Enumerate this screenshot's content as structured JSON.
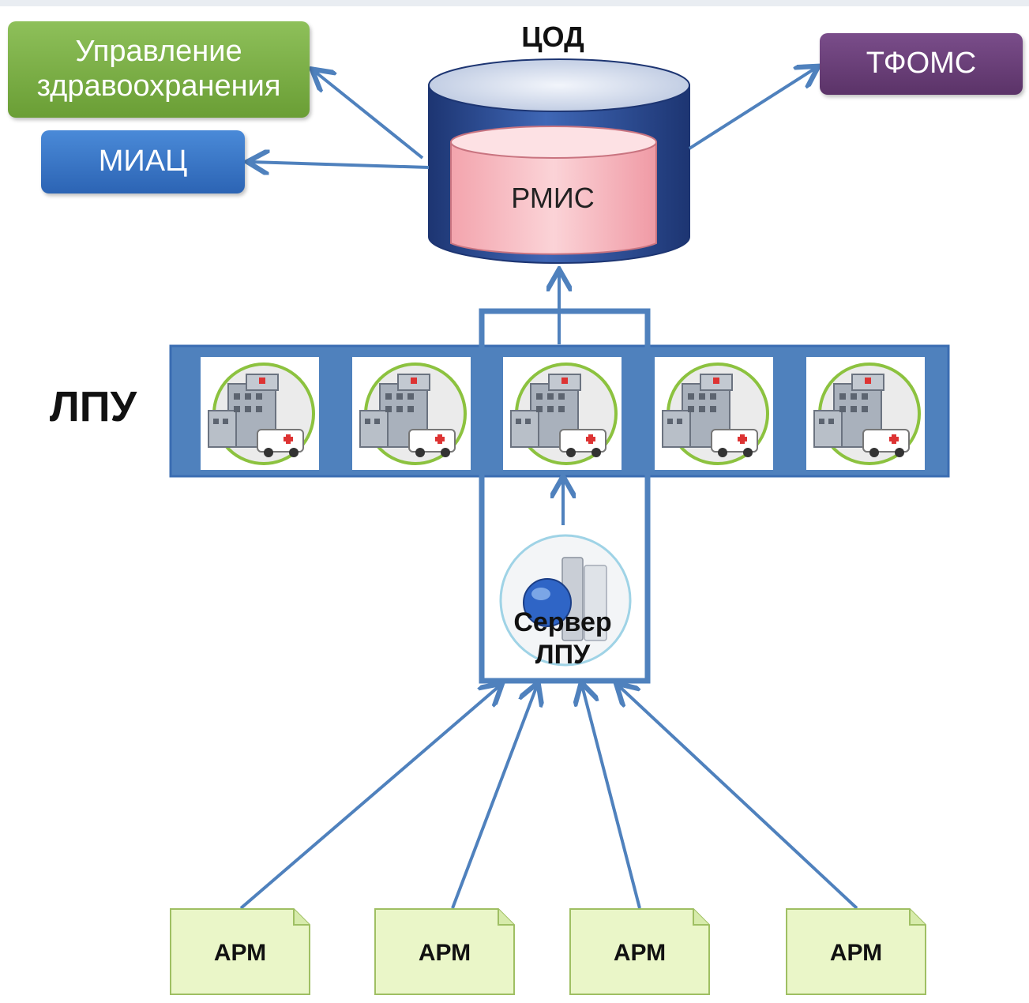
{
  "boxes": {
    "health_management": "Управление здравоохранения",
    "miac": "МИАЦ",
    "tfoms": "ТФОМС"
  },
  "cod": {
    "title": "ЦОД",
    "rmis": "РМИС"
  },
  "lpu": {
    "label": "ЛПУ",
    "hospital_count": 5
  },
  "server": {
    "label_line1": "Сервер",
    "label_line2": "ЛПУ"
  },
  "arm": {
    "items": [
      "АРМ",
      "АРМ",
      "АРМ",
      "АРМ"
    ]
  },
  "colors": {
    "arrow": "#4f81bd",
    "frame": "#4f81bd",
    "green_box": "#7fb24a",
    "blue_box": "#3a78c8",
    "purple_box": "#6b3f78",
    "cylinder_outer": "#2c4d94",
    "cylinder_inner": "#f4b6bd",
    "arm_fill": "#eaf6c8"
  }
}
